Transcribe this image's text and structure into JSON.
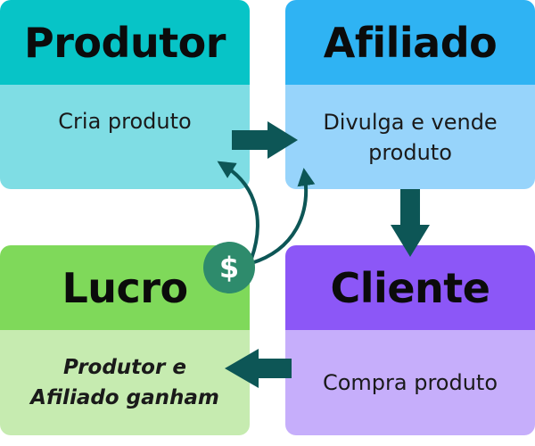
{
  "colors": {
    "arrow": "#0d5656",
    "produtor_header": "#07c4c7",
    "afiliado_header": "#2fb3f3",
    "lucro_header": "#7fd95a",
    "cliente_header": "#8c57f7",
    "badge": "#2e8b6c"
  },
  "cards": {
    "produtor": {
      "title": "Produtor",
      "body": "Cria produto"
    },
    "afiliado": {
      "title": "Afiliado",
      "body_line1": "Divulga e vende",
      "body_line2": "produto"
    },
    "lucro": {
      "title": "Lucro",
      "body_line1": "Produtor e",
      "body_line2": "Afiliado ganham"
    },
    "cliente": {
      "title": "Cliente",
      "body": "Compra produto"
    }
  },
  "badge": {
    "symbol": "$",
    "icon": "dollar-icon"
  }
}
